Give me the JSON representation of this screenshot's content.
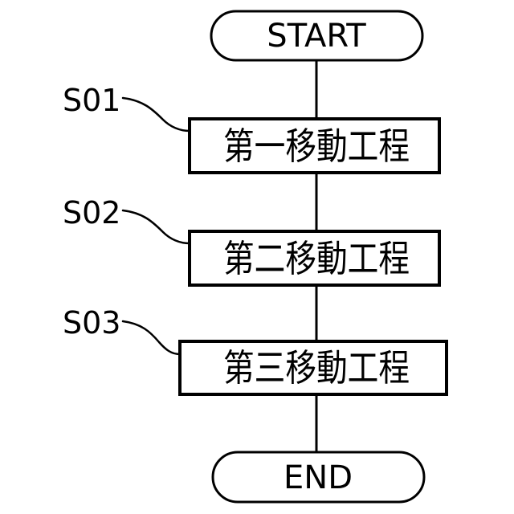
{
  "diagram": {
    "type": "flowchart",
    "background_color": "#ffffff",
    "ink_color": "#000000",
    "terminals": {
      "start": "START",
      "end": "END"
    },
    "steps": [
      {
        "ref": "S01",
        "label": "第一移動工程"
      },
      {
        "ref": "S02",
        "label": "第二移動工程"
      },
      {
        "ref": "S03",
        "label": "第三移動工程"
      }
    ]
  }
}
